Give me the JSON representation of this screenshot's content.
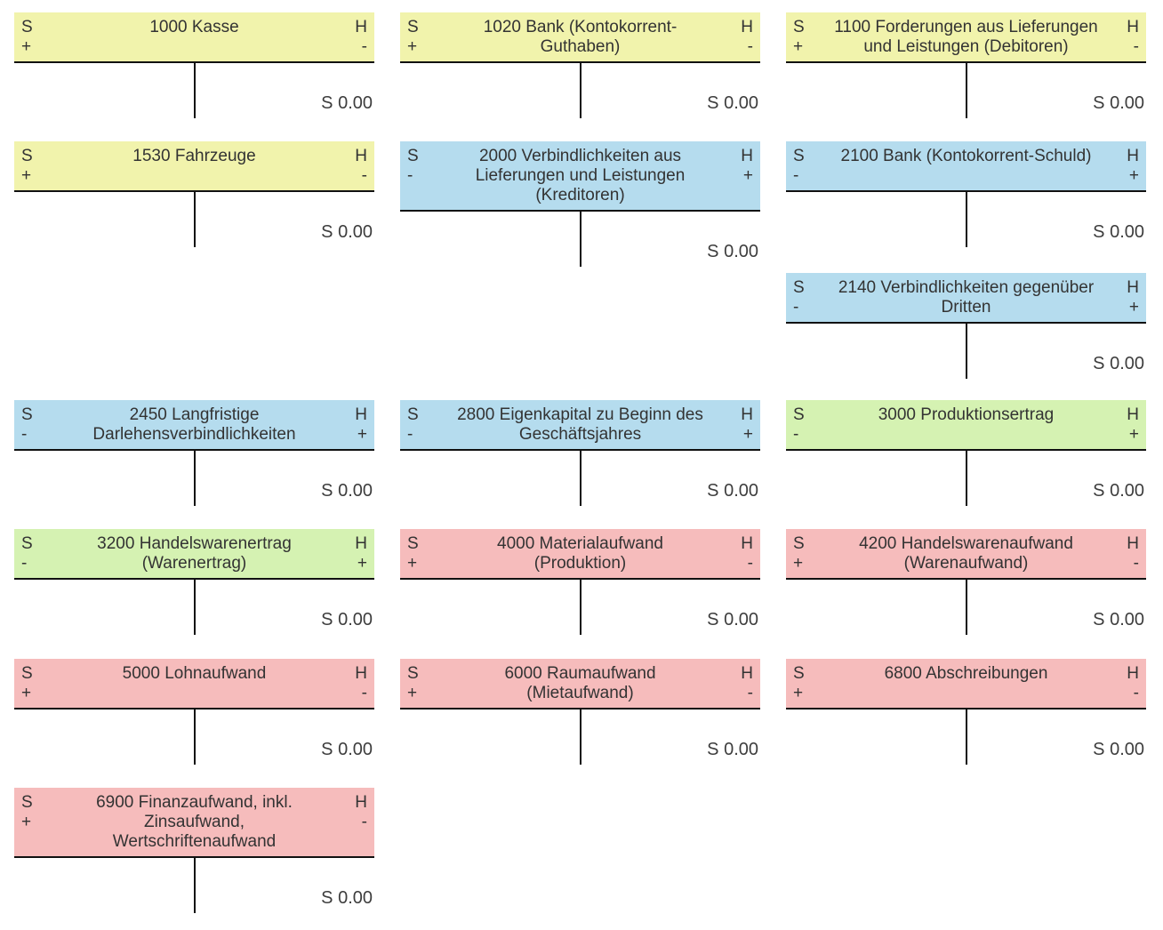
{
  "page": {
    "background": "#ffffff"
  },
  "labels": {
    "debit_abbr": "S",
    "credit_abbr": "H"
  },
  "colors": {
    "asset": "#f1f3ac",
    "liability": "#b5dcee",
    "income": "#d5f2b2",
    "expense": "#f6bcbc",
    "line": "#111111",
    "text": "#333333"
  },
  "accounts": [
    {
      "title": "1000 Kasse",
      "type": "asset",
      "color": "#f1f3ac",
      "left_sign": "+",
      "right_sign": "-",
      "balance": "S 0.00"
    },
    {
      "title": "1020 Bank (Kontokorrent-\nGuthaben)",
      "type": "asset",
      "color": "#f1f3ac",
      "left_sign": "+",
      "right_sign": "-",
      "balance": "S 0.00"
    },
    {
      "title": "1100 Forderungen aus Lieferungen\nund Leistungen (Debitoren)",
      "type": "asset",
      "color": "#f1f3ac",
      "left_sign": "+",
      "right_sign": "-",
      "balance": "S 0.00"
    },
    {
      "title": "1530 Fahrzeuge",
      "type": "asset",
      "color": "#f1f3ac",
      "left_sign": "+",
      "right_sign": "-",
      "balance": "S 0.00"
    },
    {
      "title": "2000 Verbindlichkeiten aus\nLieferungen und Leistungen\n(Kreditoren)",
      "type": "liability",
      "color": "#b5dcee",
      "left_sign": "-",
      "right_sign": "+",
      "balance": "S 0.00"
    },
    {
      "title": "2100 Bank (Kontokorrent-Schuld)",
      "type": "liability",
      "color": "#b5dcee",
      "left_sign": "-",
      "right_sign": "+",
      "balance": "S 0.00"
    },
    {
      "title": "2140 Verbindlichkeiten gegenüber\nDritten",
      "type": "liability",
      "color": "#b5dcee",
      "left_sign": "-",
      "right_sign": "+",
      "balance": "S 0.00"
    },
    {
      "title": "2450 Langfristige\nDarlehensverbindlichkeiten",
      "type": "liability",
      "color": "#b5dcee",
      "left_sign": "-",
      "right_sign": "+",
      "balance": "S 0.00"
    },
    {
      "title": "2800 Eigenkapital zu Beginn des\nGeschäftsjahres",
      "type": "liability",
      "color": "#b5dcee",
      "left_sign": "-",
      "right_sign": "+",
      "balance": "S 0.00"
    },
    {
      "title": "3000 Produktionsertrag",
      "type": "income",
      "color": "#d5f2b2",
      "left_sign": "-",
      "right_sign": "+",
      "balance": "S 0.00"
    },
    {
      "title": "3200 Handelswarenertrag\n(Warenertrag)",
      "type": "income",
      "color": "#d5f2b2",
      "left_sign": "-",
      "right_sign": "+",
      "balance": "S 0.00"
    },
    {
      "title": "4000 Materialaufwand\n(Produktion)",
      "type": "expense",
      "color": "#f6bcbc",
      "left_sign": "+",
      "right_sign": "-",
      "balance": "S 0.00"
    },
    {
      "title": "4200 Handelswarenaufwand\n(Warenaufwand)",
      "type": "expense",
      "color": "#f6bcbc",
      "left_sign": "+",
      "right_sign": "-",
      "balance": "S 0.00"
    },
    {
      "title": "5000 Lohnaufwand",
      "type": "expense",
      "color": "#f6bcbc",
      "left_sign": "+",
      "right_sign": "-",
      "balance": "S 0.00"
    },
    {
      "title": "6000 Raumaufwand\n(Mietaufwand)",
      "type": "expense",
      "color": "#f6bcbc",
      "left_sign": "+",
      "right_sign": "-",
      "balance": "S 0.00"
    },
    {
      "title": "6800 Abschreibungen",
      "type": "expense",
      "color": "#f6bcbc",
      "left_sign": "+",
      "right_sign": "-",
      "balance": "S 0.00"
    },
    {
      "title": "6900 Finanzaufwand, inkl.\nZinsaufwand,\nWertschriftenaufwand",
      "type": "expense",
      "color": "#f6bcbc",
      "left_sign": "+",
      "right_sign": "-",
      "balance": "S 0.00"
    }
  ]
}
